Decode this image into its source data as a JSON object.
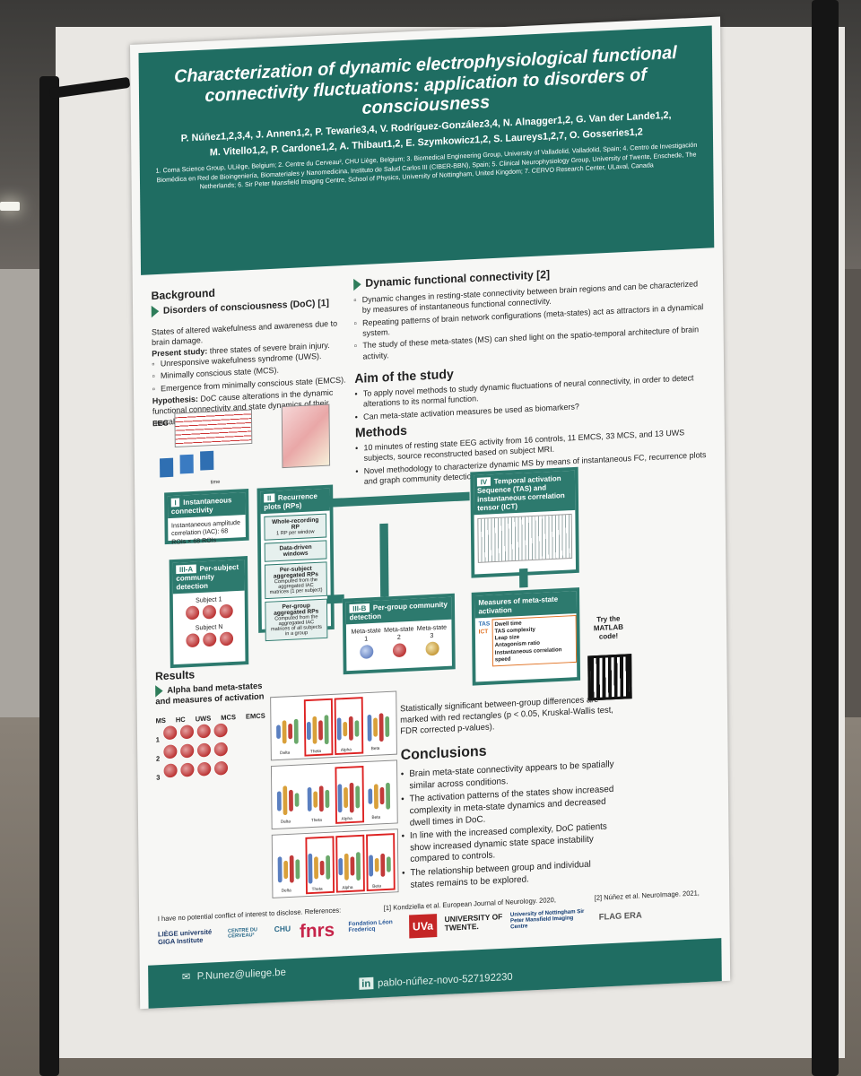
{
  "poster": {
    "title": "Characterization of dynamic electrophysiological functional connectivity fluctuations: application to disorders of consciousness",
    "authors_line1": "P. Núñez1,2,3,4, J. Annen1,2, P. Tewarie3,4, V. Rodríguez-González3,4, N. Alnagger1,2, G. Van der Lande1,2,",
    "authors_line2": "M. Vitello1,2, P. Cardone1,2, A. Thibaut1,2, E. Szymkowicz1,2, S. Laureys1,2,7, O. Gosseries1,2",
    "affiliations": "1. Coma Science Group, ULiège, Belgium; 2. Centre du Cerveau², CHU Liège, Belgium; 3. Biomedical Engineering Group, University of Valladolid, Valladolid, Spain; 4. Centro de Investigación Biomédica en Red de Bioingeniería, Biomateriales y Nanomedicina, Instituto de Salud Carlos III (CIBER-BBN), Spain; 5. Clinical Neurophysiology Group, University of Twente, Enschede, The Netherlands; 6. Sir Peter Mansfield Imaging Centre, School of Physics, University of Nottingham, United Kingdom; 7. CERVO Research Center, ULaval, Canada",
    "background": {
      "heading": "Background",
      "subheading": "Disorders of consciousness (DoC) [1]",
      "intro": "States of altered wakefulness and awareness due to brain damage.",
      "present_label": "Present study:",
      "present_text": "three states of severe brain injury.",
      "states": [
        "Unresponsive wakefulness syndrome (UWS).",
        "Minimally conscious state (MCS).",
        "Emergence from minimally conscious state (EMCS)."
      ],
      "hyp_label": "Hypothesis:",
      "hyp_text": "DoC cause alterations in the dynamic functional connectivity and state dynamics of their neural networks."
    },
    "dfc": {
      "heading": "Dynamic functional connectivity [2]",
      "bullets": [
        "Dynamic changes in resting-state connectivity between brain regions and can be characterized by measures of instantaneous functional connectivity.",
        "Repeating patterns of brain network configurations (meta-states) act as attractors in a dynamical system.",
        "The study of these meta-states (MS) can shed light on the spatio-temporal architecture of brain activity."
      ]
    },
    "aim": {
      "heading": "Aim of the study",
      "bullets": [
        "To apply novel methods to study dynamic fluctuations of neural connectivity, in order to detect alterations to its normal function.",
        "Can meta-state activation measures be used as biomarkers?"
      ]
    },
    "methods": {
      "heading": "Methods",
      "bullets": [
        "10 minutes of resting state EEG activity from 16 controls, 11 EMCS, 33 MCS, and 13 UWS subjects, source reconstructed based on subject MRI.",
        "Novel methodology to characterize dynamic MS by means of instantaneous FC, recurrence plots and graph community detection."
      ]
    },
    "flow": {
      "eeg": "EEG",
      "time": "time",
      "b1_num": "I",
      "b1_title": "Instantaneous connectivity",
      "b1_text": "Instantaneous amplitude correlation (IAC): 68 ROIs × 68 ROIs",
      "b2_num": "II",
      "b2_title": "Recurrence plots (RPs)",
      "b2_i1": "Whole-recording RP",
      "b2_i1s": "1 RP per window",
      "b2_i2": "Data-driven windows",
      "b2_i3": "Per-subject aggregated RPs",
      "b2_i3s": "Computed from the aggregated IAC matrices (1 per subject)",
      "b2_i4": "Per-group aggregated RPs",
      "b2_i4s": "Computed from the aggregated IAC matrices of all subjects in a group",
      "b3a_num": "III-A",
      "b3a_title": "Per-subject community detection",
      "b3a_s1": "Subject 1",
      "b3a_sn": "Subject N",
      "b3b_num": "III-B",
      "b3b_title": "Per-group community detection",
      "ms1": "Meta-state 1",
      "ms2": "Meta-state 2",
      "ms3": "Meta-state 3",
      "b4_num": "IV",
      "b4_title": "Temporal activation Sequence (TAS) and instantaneous correlation tensor (ICT)",
      "meas_title": "Measures of meta-state activation",
      "meas_tas": "TAS",
      "meas_ict": "ICT",
      "meas_items": [
        "Dwell time",
        "TAS complexity",
        "Leap size",
        "Antagonism ratio",
        "Instantaneous correlation speed"
      ],
      "matlab": "Try the MATLAB code!"
    },
    "results": {
      "heading": "Results",
      "subheading": "Alpha band meta-states and measures of activation",
      "cols": [
        "MS",
        "HC",
        "UWS",
        "MCS",
        "EMCS"
      ],
      "rows": [
        "1",
        "2",
        "3"
      ],
      "x_labels": [
        "Delta",
        "Theta",
        "Alpha",
        "Beta"
      ],
      "stat_text": "Statistically significant between-group differences are marked with red rectangles (p < 0.05, Kruskal-Wallis test, FDR corrected p-values)."
    },
    "conclusions": {
      "heading": "Conclusions",
      "bullets": [
        "Brain meta-state connectivity appears to be spatially similar across conditions.",
        "The activation patterns of the states show increased complexity in meta-state dynamics and decreased dwell times in DoC.",
        "In line with the increased complexity, DoC patients show increased dynamic state space instability compared to controls.",
        "The relationship between group and individual states remains to be explored."
      ]
    },
    "disclosure": "I have no potential conflict of interest to disclose. References:",
    "ref1": "[1] Kondziella et al. European Journal of Neurology. 2020,",
    "ref2": "[2] Núñez et al. NeuroImage. 2021,",
    "logos": {
      "liege": "LIÈGE université GIGA Institute",
      "cerveau": "CENTRE DU CERVEAU²",
      "chu": "CHU",
      "fnrs": "fnrs",
      "leon": "Fondation Léon Fredericq",
      "uva": "UVa",
      "twente": "UNIVERSITY OF TWENTE.",
      "nottingham": "University of Nottingham Sir Peter Mansfield Imaging Centre",
      "flagera": "FLAG ERA"
    },
    "footer_email": "P.Nunez@uliege.be",
    "footer_linkedin": "pablo-núñez-novo-527192230"
  },
  "colors": {
    "header_teal": "#1f6d62",
    "box_teal": "#2d7a6e",
    "significance_red": "#d22222"
  }
}
